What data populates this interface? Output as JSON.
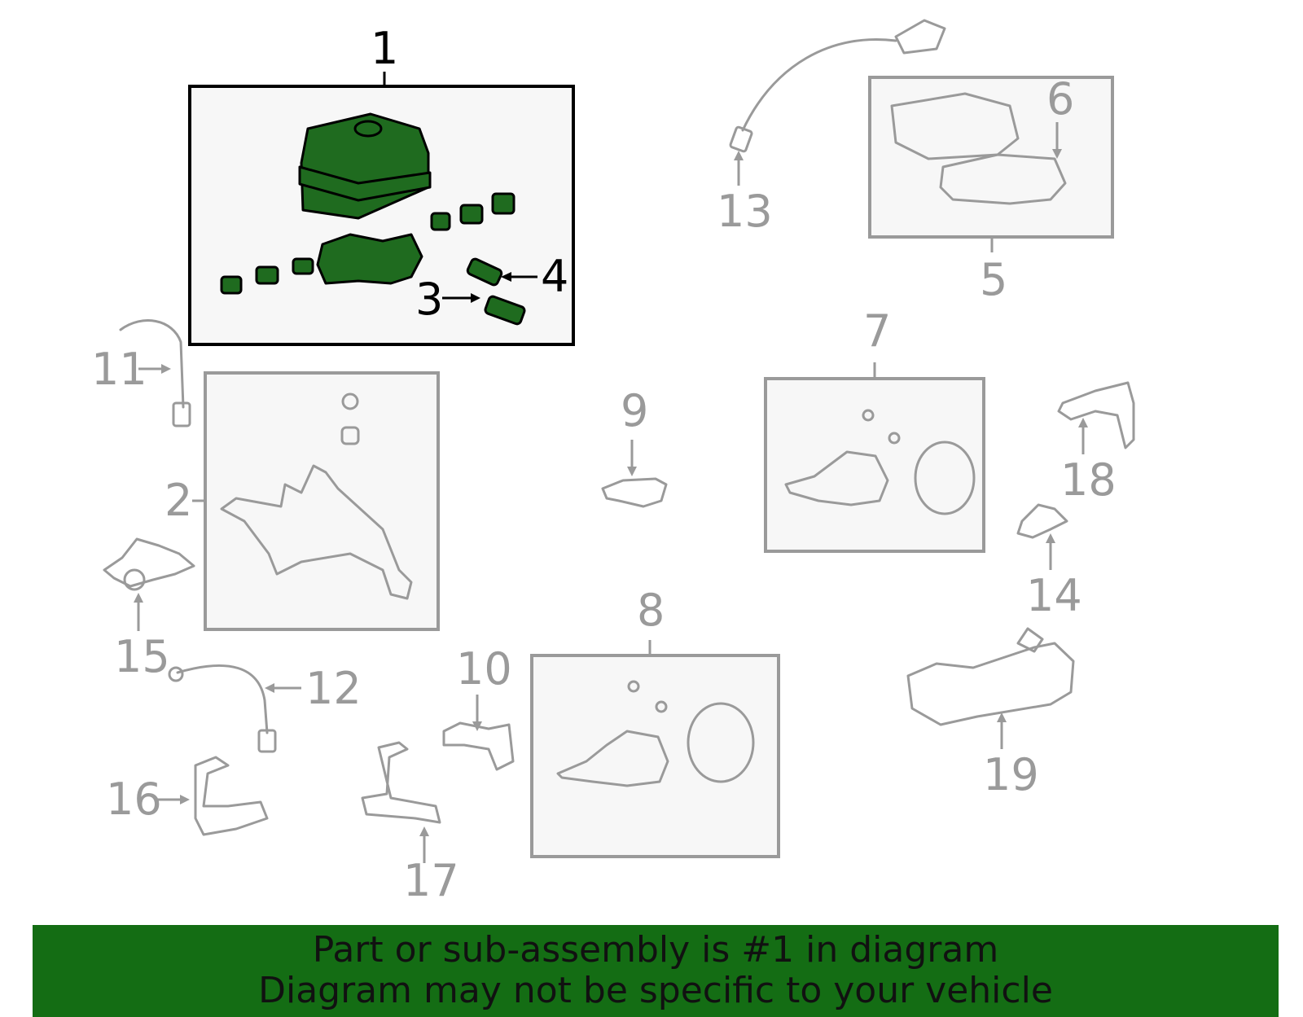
{
  "callouts": {
    "c1": "1",
    "c2": "2",
    "c3": "3",
    "c4": "4",
    "c5": "5",
    "c6": "6",
    "c7": "7",
    "c8": "8",
    "c9": "9",
    "c10": "10",
    "c11": "11",
    "c12": "12",
    "c13": "13",
    "c14": "14",
    "c15": "15",
    "c16": "16",
    "c17": "17",
    "c18": "18",
    "c19": "19"
  },
  "highlight": {
    "part_number": "1",
    "fill_color": "#1f6b1f"
  },
  "banner": {
    "line1": "Part or sub-assembly is #1 in diagram",
    "line2": "Diagram may not be specific to your vehicle",
    "background": "#146d14"
  }
}
